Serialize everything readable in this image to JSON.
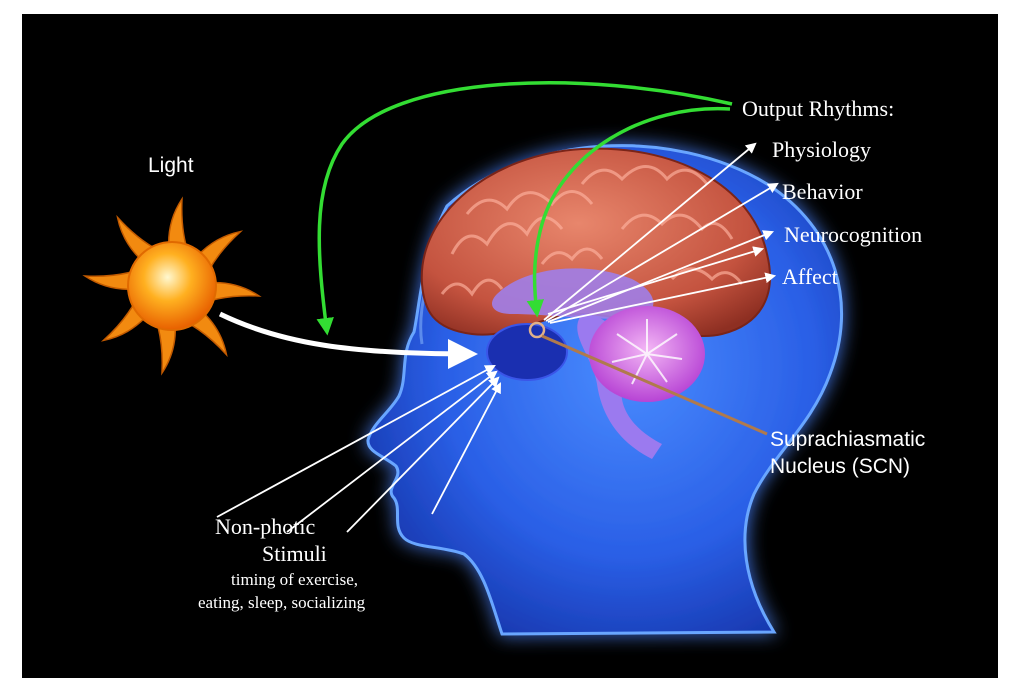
{
  "labels": {
    "light": "Light",
    "output_rhythms": "Output Rhythms:",
    "outputs": [
      "Physiology",
      "Behavior",
      "Neurocognition",
      "Affect"
    ],
    "scn_line1": "Suprachiasmatic",
    "scn_line2": "Nucleus (SCN)",
    "nonphotic_line1": "Non-photic",
    "nonphotic_line2": "Stimuli",
    "nonphotic_line3": "timing of exercise,",
    "nonphotic_line4": "eating, sleep, socializing"
  },
  "colors": {
    "background": "#000000",
    "head": "#2b63e8",
    "brain": "#c4533f",
    "feedback_arrows": "#33dd33",
    "scn_pointer": "#b07a4c",
    "text": "#ffffff"
  }
}
